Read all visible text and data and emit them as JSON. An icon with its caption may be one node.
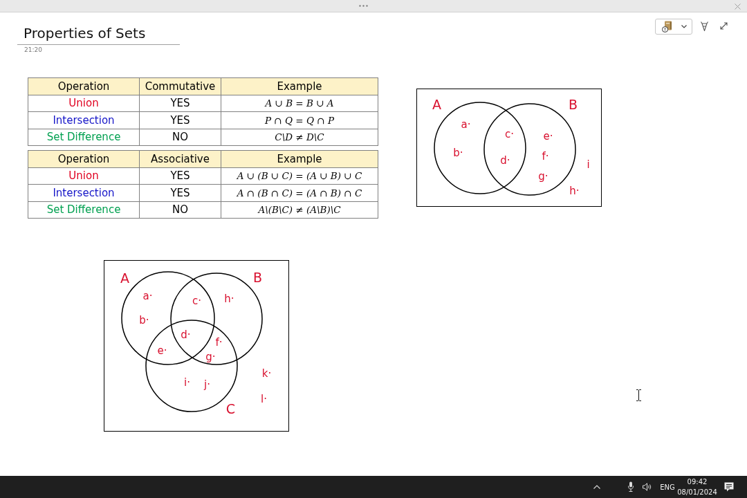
{
  "diagram": {
    "title": "Properties of Sets",
    "nodes": [
      {
        "text": [],
        "shape": "box"
      },
      {
        "text": [
          "A"
        ],
        "in": 0
      },
      {
        "text": [
          "B"
        ],
        "in": 0
      },
      {
        "text": [],
        "shape": "box"
      },
      {
        "text": [
          "A"
        ],
        "in": 3
      },
      {
        "text": [
          "B"
        ],
        "in": 3
      },
      {
        "text": [
          "C"
        ],
        "in": 3
      }
    ],
    "labels": [
      "21:20",
      "Operation",
      "Commutative",
      "Example",
      "Union",
      "YES",
      "A ∪ B = B ∪ A",
      "Intersection",
      "YES",
      "P ∩ Q = Q ∩ P",
      "Set Difference",
      "NO",
      "C\\D ≠ D\\C",
      "Operation",
      "Associative",
      "Example",
      "Union",
      "YES",
      "A ∪ (B ∪ C) = (A ∪ B) ∪ C",
      "Intersection",
      "YES",
      "A ∩ (B ∩ C) = (A ∩ B) ∩ C",
      "Set Difference",
      "NO",
      "A\\(B\\C) ≠ (A\\B)\\C",
      "a·",
      "b·",
      "c·",
      "d·",
      "e·",
      "f·",
      "g·",
      "h·",
      "i",
      "a·",
      "b·",
      "c·",
      "d·",
      "e·",
      "f·",
      "g·",
      "h·",
      "i·",
      "j·",
      "k·",
      "l·",
      "ENG",
      "09:42",
      "08/01/2024"
    ]
  }
}
